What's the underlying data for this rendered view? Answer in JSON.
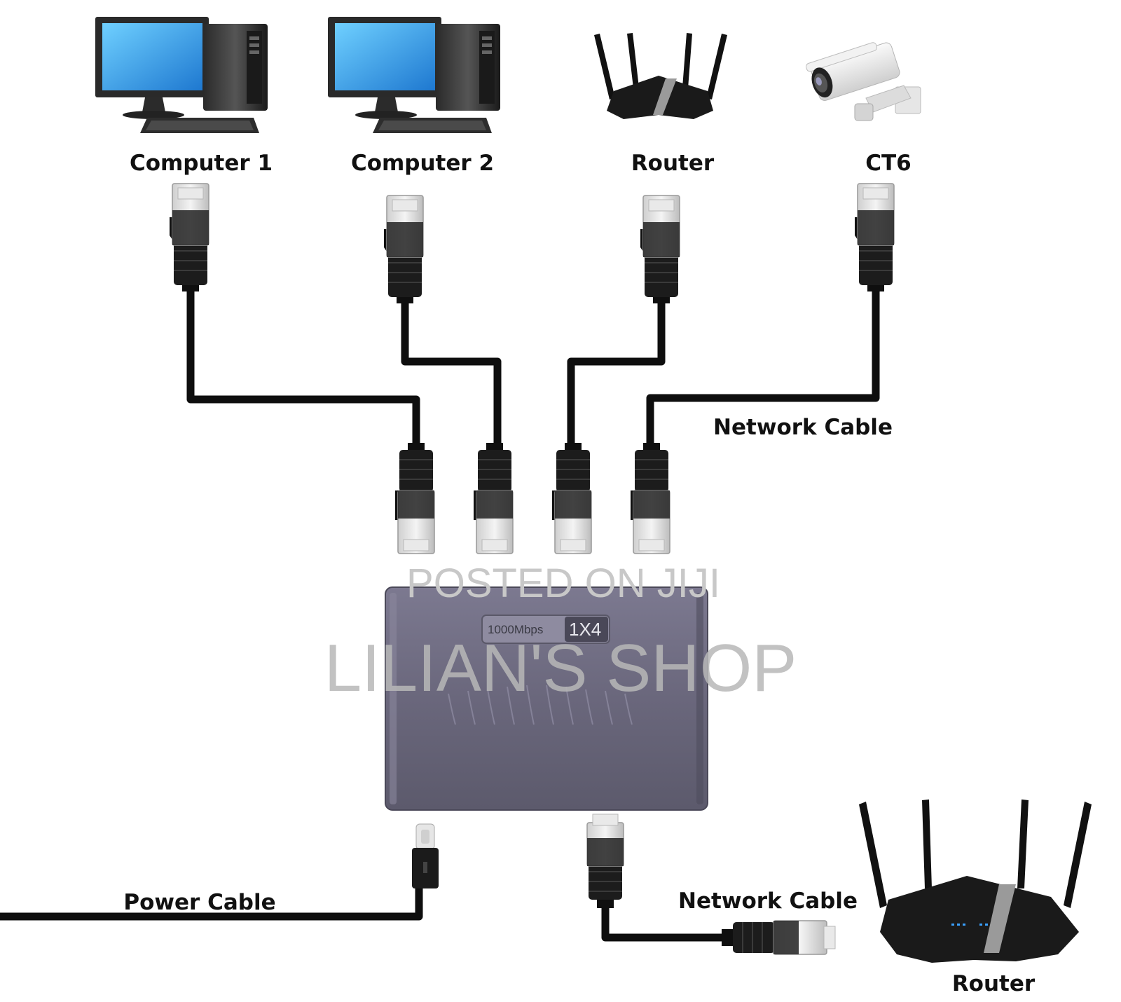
{
  "devices": {
    "computer1_label": "Computer 1",
    "computer2_label": "Computer 2",
    "router_top_label": "Router",
    "camera_label": "CT6",
    "router_bottom_label": "Router"
  },
  "cables": {
    "network_cable_top_label": "Network Cable",
    "network_cable_bottom_label": "Network Cable",
    "power_cable_label": "Power Cable"
  },
  "switch": {
    "speed_label": "1000Mbps",
    "ports_label": "1X4",
    "body_color": "#6e6b7e"
  },
  "watermark": {
    "line1": "POSTED ON JIJI",
    "line2": "LILIAN'S SHOP"
  }
}
